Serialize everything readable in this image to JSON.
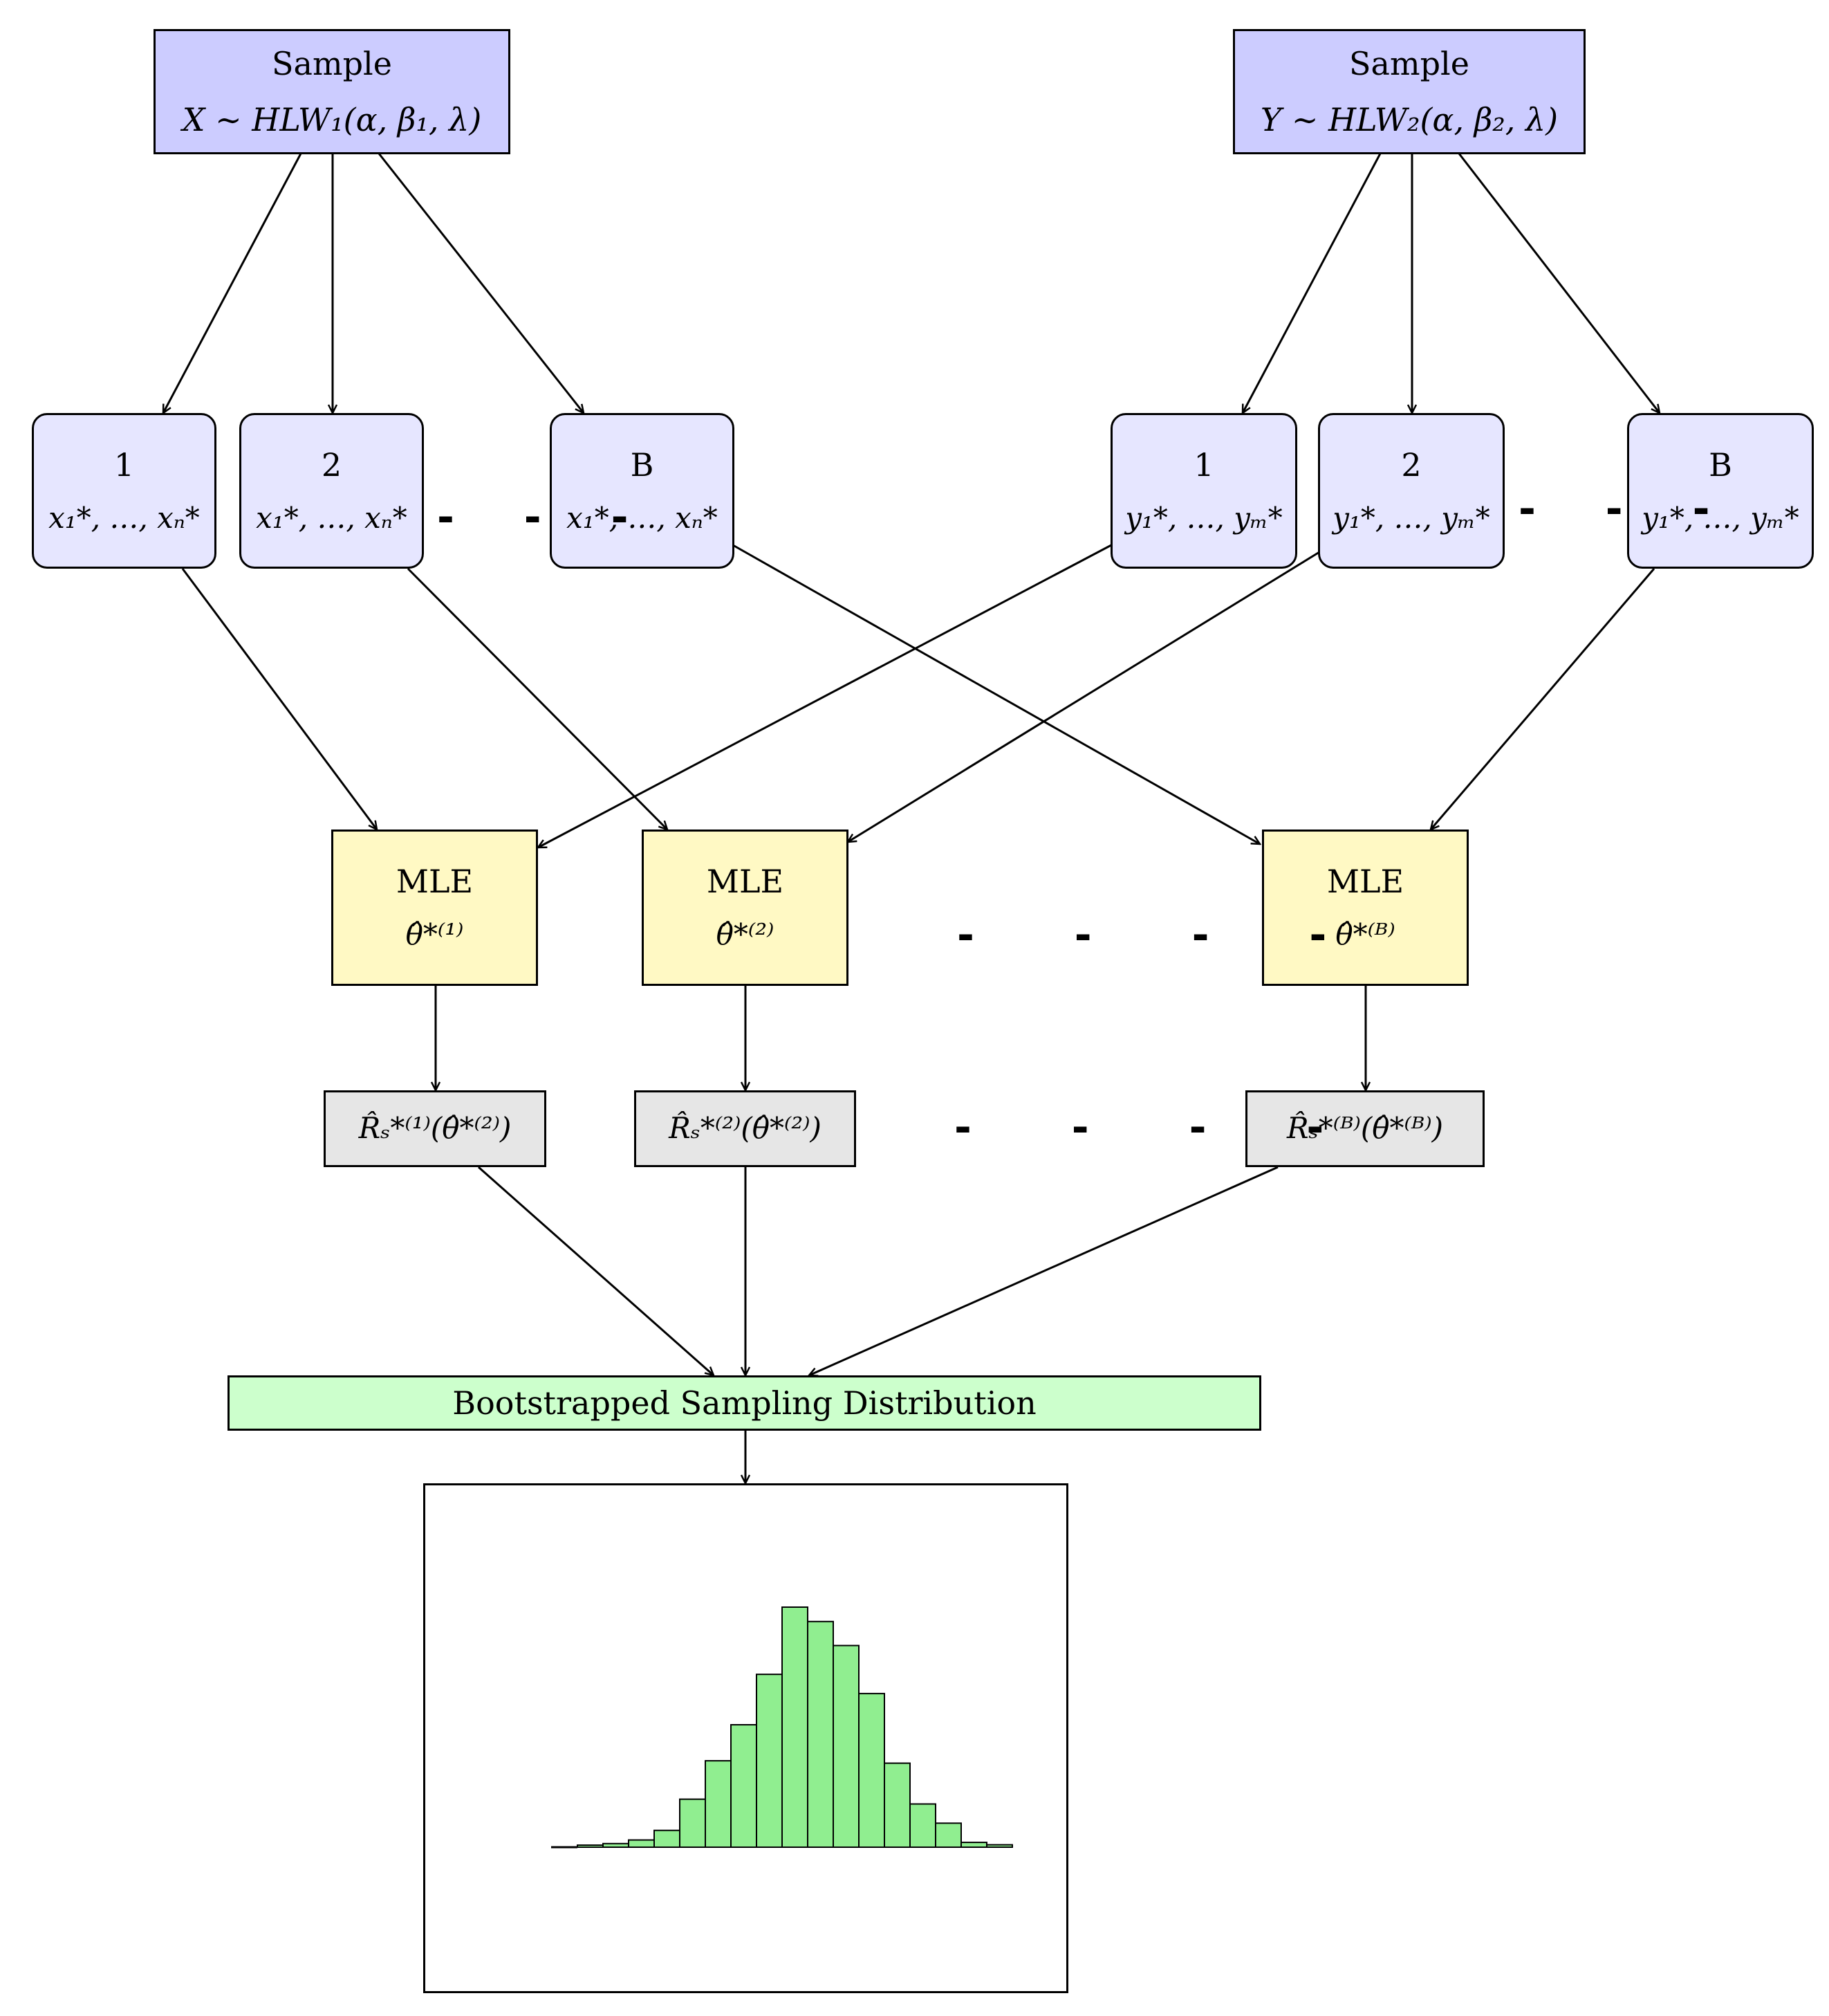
{
  "samples": [
    {
      "title": "Sample",
      "dist": "X ∼ HLW₁(α, β₁, λ)"
    },
    {
      "title": "Sample",
      "dist": "Y ∼ HLW₂(α, β₂, λ)"
    }
  ],
  "bootstrap_x": [
    {
      "index": "1",
      "values": "x₁*, …, xₙ*"
    },
    {
      "index": "2",
      "values": "x₁*, …, xₙ*"
    },
    {
      "index": "B",
      "values": "x₁*, …, xₙ*"
    }
  ],
  "bootstrap_y": [
    {
      "index": "1",
      "values": "y₁*, …, yₘ*"
    },
    {
      "index": "2",
      "values": "y₁*, …, yₘ*"
    },
    {
      "index": "B",
      "values": "y₁*, …, yₘ*"
    }
  ],
  "mle": [
    {
      "title": "MLE",
      "estimate": "θ̂*⁽¹⁾"
    },
    {
      "title": "MLE",
      "estimate": "θ̂*⁽²⁾"
    },
    {
      "title": "MLE",
      "estimate": "θ̂*⁽ᴮ⁾"
    }
  ],
  "reliability": [
    "R̂ₛ*⁽¹⁾(θ̂*⁽²⁾)",
    "R̂ₛ*⁽²⁾(θ̂*⁽²⁾)",
    "R̂ₛ*⁽ᴮ⁾(θ̂*⁽ᴮ⁾)"
  ],
  "ellipsis": {
    "short": "- - -",
    "long": "- - - -"
  },
  "distribution_label": "Bootstrapped Sampling Distribution",
  "histogram": {
    "bar_color": "#90ee90",
    "frequencies": [
      1,
      3,
      6,
      14,
      40,
      72,
      102,
      144,
      200,
      188,
      168,
      128,
      70,
      36,
      20,
      4,
      2
    ]
  }
}
